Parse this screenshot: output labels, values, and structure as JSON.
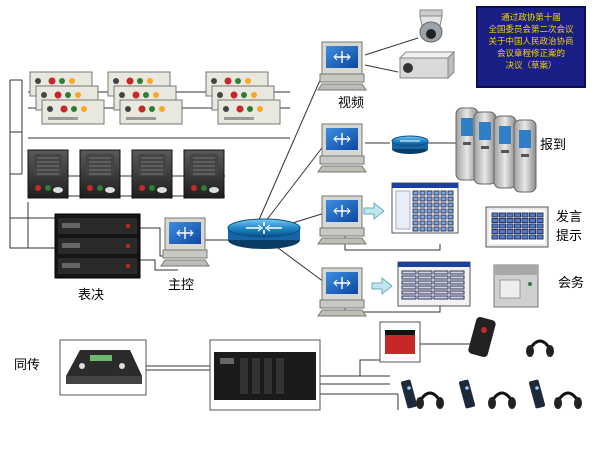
{
  "labels": {
    "video": "视频",
    "checkin": "报到",
    "speech": "发言",
    "prompt": "提示",
    "affairs": "会务",
    "vote": "表决",
    "master": "主控",
    "interp": "同传"
  },
  "banner": {
    "lines": [
      "通过政协第十届",
      "全国委员会第二次会议",
      "关于中国人民政治协商",
      "会议章程修正案的",
      "决议（草案）"
    ]
  },
  "colors": {
    "line": "#333333",
    "switch": "#1e88c8",
    "screen": "#1565c0",
    "monitor": "#d8d8d2",
    "banner_bg": "#1a1f86",
    "banner_text": "#f5d400",
    "rack": "#1a1a1a"
  }
}
